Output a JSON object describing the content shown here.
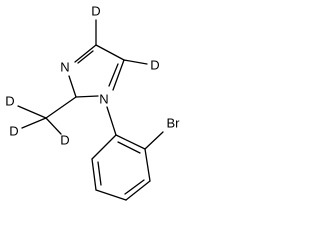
{
  "atoms": {
    "d_top": "D",
    "d_right": "D",
    "n_imine": "N",
    "n_aryl": "N",
    "br": "Br",
    "d_methyl_upper": "D",
    "d_methyl_left": "D",
    "d_methyl_lower": "D"
  }
}
